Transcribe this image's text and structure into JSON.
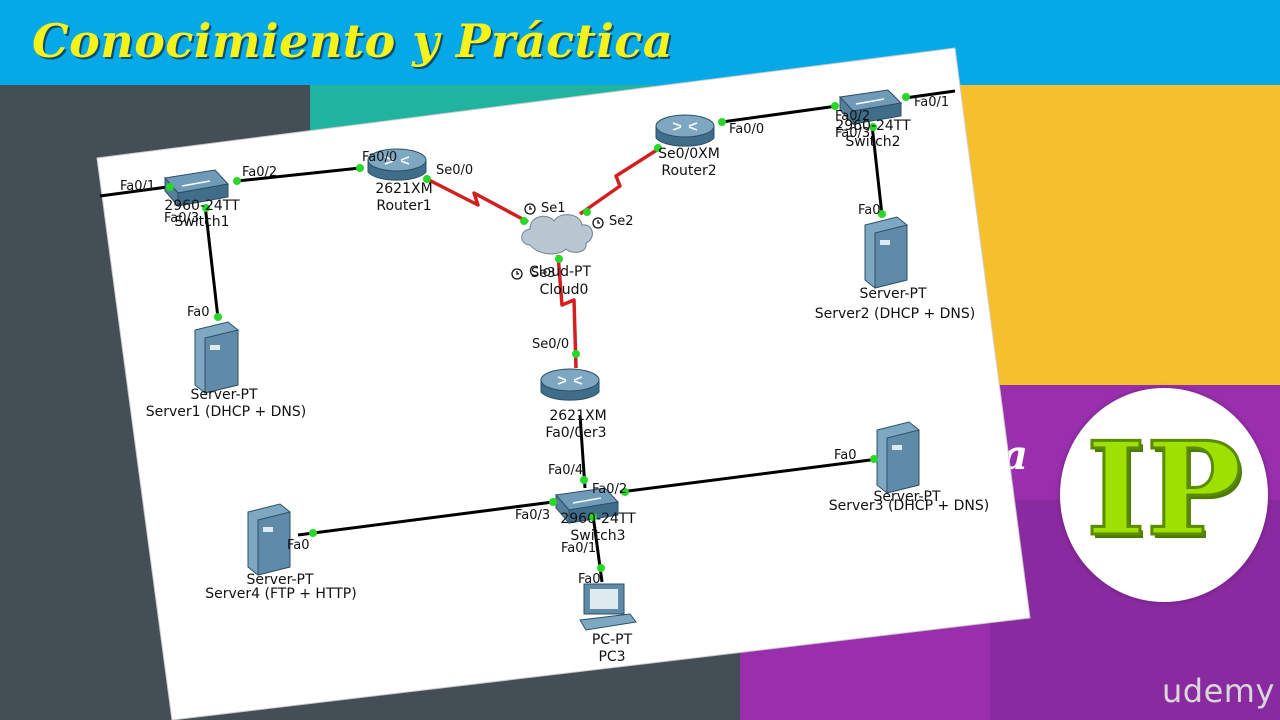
{
  "header": {
    "title": "Conocimiento y Práctica"
  },
  "colors": {
    "title_bar": "#06a9e8",
    "title_text": "#f7f21a",
    "serial_link": "#d21f1f",
    "ethernet_link": "#000000",
    "port_dot": "#27d827",
    "logo_green": "#9ee000"
  },
  "logo": {
    "text": "IP"
  },
  "background_letter": "a",
  "watermark": {
    "text": "udemy"
  },
  "devices": {
    "router1": {
      "model": "2621XM",
      "name": "Router1"
    },
    "router2": {
      "model": "Se0/0XM",
      "name": "Router2"
    },
    "router3": {
      "model": "2621XM",
      "name": "Fa0/0er3"
    },
    "switch1": {
      "model": "2960-24TT",
      "name": "Switch1"
    },
    "switch2": {
      "model": "2960-24TT",
      "name": "Switch2"
    },
    "switch3": {
      "model": "2960-24TT",
      "name": "Switch3"
    },
    "cloud0": {
      "model": "Cloud-PT",
      "name": "Cloud0"
    },
    "server1": {
      "model": "Server-PT",
      "name": "Server1 (DHCP + DNS)"
    },
    "server2": {
      "model": "Server-PT",
      "name": "Server2 (DHCP + DNS)"
    },
    "server3": {
      "model": "Server-PT",
      "name": "Server3 (DHCP + DNS)"
    },
    "server4": {
      "model": "Server-PT",
      "name": "Server4 (FTP + HTTP)"
    },
    "pc3": {
      "model": "PC-PT",
      "name": "PC3"
    }
  },
  "ports": {
    "sw1_fa01": "Fa0/1",
    "sw1_fa02": "Fa0/2",
    "sw1_fa03": "Fa0/3",
    "r1_fa00": "Fa0/0",
    "r1_se00": "Se0/0",
    "cloud_se1": "Se1",
    "cloud_se2": "Se2",
    "cloud_se3": "Se3",
    "r2_fa00": "Fa0/0",
    "sw2_fa02": "Fa0/2",
    "sw2_fa01": "Fa0/1",
    "sw2_fa03": "Fa0/3",
    "srv2_fa0": "Fa0",
    "srv1_fa0": "Fa0",
    "r3_se00": "Se0/0",
    "sw3_fa04": "Fa0/4",
    "sw3_fa02": "Fa0/2",
    "sw3_fa03": "Fa0/3",
    "sw3_fa01": "Fa0/1",
    "srv3_fa0": "Fa0",
    "srv4_fa0": "Fa0",
    "pc3_fa0": "Fa0"
  }
}
